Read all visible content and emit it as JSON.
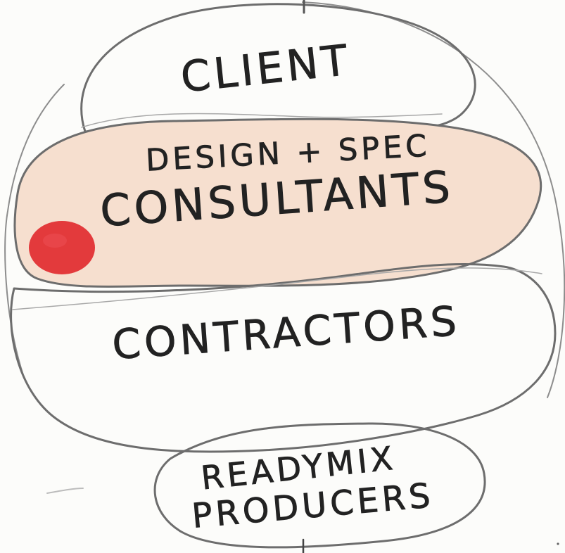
{
  "diagram": {
    "layers": [
      {
        "key": "client",
        "label": "CLIENT"
      },
      {
        "key": "consultants",
        "label_top": "DESIGN + SPEC",
        "label_bottom": "CONSULTANTS"
      },
      {
        "key": "contractors",
        "label": "CONTRACTORS"
      },
      {
        "key": "producers",
        "label_top": "READYMIX",
        "label_bottom": "PRODUCERS"
      }
    ],
    "colors": {
      "consultants_fill": "#f6dfcf",
      "dot": "#e33a3c",
      "ink": "#222222",
      "outline": "#6d6d6d"
    },
    "marker": {
      "icon": "red-dot-icon"
    }
  }
}
